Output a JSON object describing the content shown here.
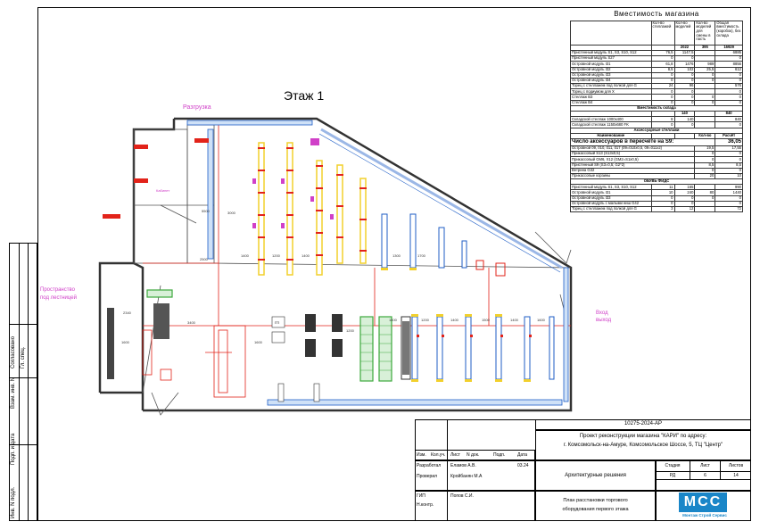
{
  "plan": {
    "floor_title": "Этаж 1",
    "labels": {
      "razgruzka": "Разгрузка",
      "prostranstvo": "Пространство",
      "pod_lestnicu": "под лестницей",
      "vhod": "Вход",
      "vyhod": "выход",
      "kassa": "Кабинет",
      "gp": "ГП"
    },
    "dims": [
      "5500",
      "2500",
      "1400",
      "1200",
      "1400",
      "3400",
      "2340",
      "1600",
      "3000",
      "1600",
      "1400",
      "1200",
      "1400",
      "1500",
      "1400",
      "1600",
      "1200",
      "1300",
      "1700"
    ]
  },
  "capacity": {
    "title": "Вместимость магазина",
    "header": [
      "Кол-во стеллажей",
      "Кол-во моделей",
      "Кол-во моделей для смены в пасть",
      "Общая вместимость (коробок), без склада"
    ],
    "totals": [
      "",
      "2022",
      "395",
      "16929"
    ],
    "rows": [
      [
        "Пристенный модуль S1, S3, S10, S12",
        "76,5",
        "1147,5",
        "",
        "6885"
      ],
      [
        "Пристенный модуль S27",
        "0",
        "0",
        "",
        "0"
      ],
      [
        "Островной модуль I31",
        "61,8",
        "1476",
        "989",
        "8856"
      ],
      [
        "Островной модуль I32",
        "8,5",
        "102",
        "25,5",
        "612"
      ],
      [
        "Островной модуль I33",
        "0",
        "0",
        "0",
        "0"
      ],
      [
        "Островной модуль I34",
        "0",
        "0",
        "0",
        "0"
      ],
      [
        "Торец с стеллажем под полкой для G",
        "24",
        "96",
        "",
        "576"
      ],
      [
        "Торец с подиумом для X",
        "0",
        "0",
        "",
        "0"
      ],
      [
        "Стеллаж B3",
        "0",
        "0",
        "0",
        "0"
      ],
      [
        "Стеллаж B4",
        "0",
        "0",
        "0",
        "0"
      ]
    ],
    "warehouse_title": "Вместимость склада",
    "warehouse_totals": [
      "140",
      "840"
    ],
    "warehouse_rows": [
      [
        "Складской стеллаж 1000х400",
        "8",
        "140",
        "840"
      ],
      [
        "Складской стеллаж 1150х680 FK",
        "0",
        "0",
        "0"
      ]
    ],
    "acc_title": "Аксессуарные стеллажи",
    "acc_header": [
      "Наименование",
      "Кол-во",
      "Расчёт"
    ],
    "acc_big": [
      "Число аксессуаров в пересчёте на S9:",
      "36,05"
    ],
    "acc_rows": [
      [
        "Островной 09, 010, 011, 017 (09=010х0,5, 09=011х2)",
        "19,5",
        "17,55"
      ],
      [
        "Прикассовый S13 (S13х0,5)",
        "0",
        "0"
      ],
      [
        "Прикассовый GM6, X12 (GM2=S1х0,5)",
        "0",
        "0"
      ],
      [
        "Пристенный S9 (S3=0,5; G2*2)",
        "8,5",
        "8,5"
      ],
      [
        "Ветрина G32",
        "0",
        "0"
      ],
      [
        "Прикассовые корзины",
        "20",
        "10"
      ]
    ],
    "ob_title": "ОБУВЬ ФИДС",
    "ob_rows": [
      [
        "Пристенный модуль S1, S3, S10, S12",
        "11",
        "165",
        "",
        "990"
      ],
      [
        "Островной модуль I31",
        "10",
        "240",
        "80",
        "1440"
      ],
      [
        "Островной модуль I33",
        "0",
        "0",
        "0",
        "0"
      ],
      [
        "Островной модуль с малыми ниш G42",
        "0",
        "0",
        "",
        "0"
      ],
      [
        "Торец с стеллажем под полкой для G",
        "3",
        "12",
        "",
        "72"
      ]
    ]
  },
  "stamp": {
    "code": "10275-2024-АР",
    "project": "Проект реконструкции магазина \"КАРИ\" по адресу:",
    "address": "г. Комсомольск-на-Амуре, Комсомольское Шоссе, 5, ТЦ \"Центр\"",
    "section": "Архитектурные решения",
    "sheet_title_1": "План расстановки торгового",
    "sheet_title_2": "оборудования первого этажа",
    "col_izm": "Изм.",
    "col_kol": "Кол.уч.",
    "col_list": "Лист",
    "col_ndok": "N док.",
    "col_podp": "Подп.",
    "col_data": "Дата",
    "razrab": "Разработал",
    "razrab_name": "Еламов А.В.",
    "razrab_date": "03.24",
    "proveril": "Проверил",
    "proveril_name": "Кройбанян М.А",
    "gip": "ГИП",
    "gip_name": "Попов С.И.",
    "nkontr": "Н.контр.",
    "stadia_h": "Стадия",
    "list_h": "Лист",
    "listov_h": "Листов",
    "stadia": "РД",
    "list": "6",
    "listov": "14",
    "logo": "МСС",
    "company": "Монтаж Строй Сервис"
  },
  "side": {
    "a": "Согласовано",
    "b": "Взам. инв. N",
    "c": "Подп. и дата",
    "d": "Инв. N подл.",
    "e": "Гл. спец."
  },
  "colors": {
    "wall": "#333333",
    "red": "#e2231a",
    "yellow": "#f2d02c",
    "blue": "#1f5ec6",
    "green": "#3ca83c",
    "magenta": "#d040c8",
    "logo_blue": "#1a86c8"
  }
}
